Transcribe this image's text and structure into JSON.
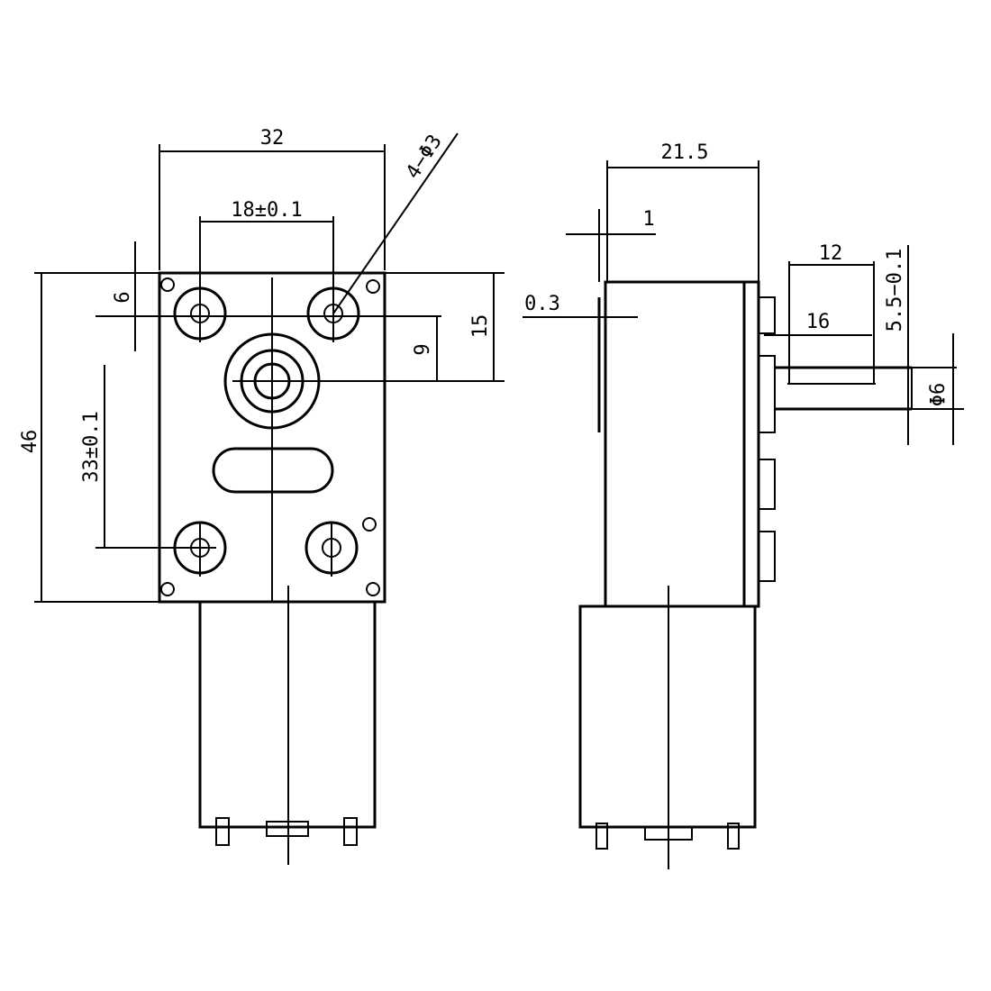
{
  "front_view": {
    "width": "32",
    "hole_spacing_top": "18±0.1",
    "mount_holes": "4−Φ3",
    "hole_offset_top": "6",
    "hole_to_shaft": "9",
    "top_to_shaft": "15",
    "height": "46",
    "hole_spacing_vertical": "33±0.1"
  },
  "side_view": {
    "depth": "21.5",
    "flange": "1",
    "gap": "0.3",
    "shaft_length": "12",
    "shaft_total": "16",
    "shaft_flat": "5.5−0.1",
    "shaft_diameter": "Φ6"
  },
  "colors": {
    "line": "#000000",
    "background": "#ffffff"
  }
}
